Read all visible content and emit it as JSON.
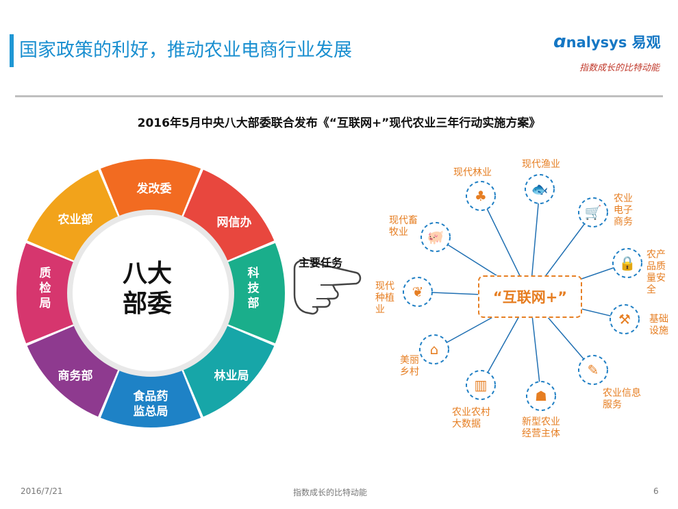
{
  "header": {
    "title": "国家政策的利好，推动农业电商行业发展",
    "logo_text": "nalysys",
    "logo_cn": "易观",
    "slogan": "指数成长的比特动能"
  },
  "subtitle": "2016年5月中央八大部委联合发布《“互联网+”现代农业三年行动实施方案》",
  "wheel": {
    "center_line1": "八大",
    "center_line2": "部委",
    "segments": [
      {
        "label": "发改委",
        "color": "#f26b21"
      },
      {
        "label": "网信办",
        "color": "#e8473e"
      },
      {
        "label": "科技部",
        "color": "#1aae8b"
      },
      {
        "label": "林业局",
        "color": "#17a6a8"
      },
      {
        "label": "食品药监总局",
        "color": "#1e82c6"
      },
      {
        "label": "商务部",
        "color": "#8e3a8f"
      },
      {
        "label": "质检局",
        "color": "#d6366e"
      },
      {
        "label": "农业部",
        "color": "#f2a31b"
      }
    ]
  },
  "task_label": "主要任务",
  "hub_label": "“互联网+”",
  "nodes": [
    {
      "label": "现代林业",
      "icon": "tree-icon"
    },
    {
      "label": "现代渔业",
      "icon": "fish-icon"
    },
    {
      "label": "农业电子商务",
      "icon": "shopping-cart-icon"
    },
    {
      "label": "农产品质量安全",
      "icon": "lock-icon"
    },
    {
      "label": "基础设施",
      "icon": "crane-icon"
    },
    {
      "label": "农业信息服务",
      "icon": "info-service-icon"
    },
    {
      "label": "新型农业经营主体",
      "icon": "presenter-icon"
    },
    {
      "label": "农业农村大数据",
      "icon": "bar-chart-icon"
    },
    {
      "label": "美丽乡村",
      "icon": "house-icon"
    },
    {
      "label": "现代种植业",
      "icon": "sprout-icon"
    },
    {
      "label": "现代畜牧业",
      "icon": "pig-icon"
    }
  ],
  "footer": {
    "date": "2016/7/21",
    "center": "指数成长的比特动能",
    "page": "6"
  },
  "colors": {
    "accent": "#1a8fd0",
    "orange": "#e67e22"
  }
}
